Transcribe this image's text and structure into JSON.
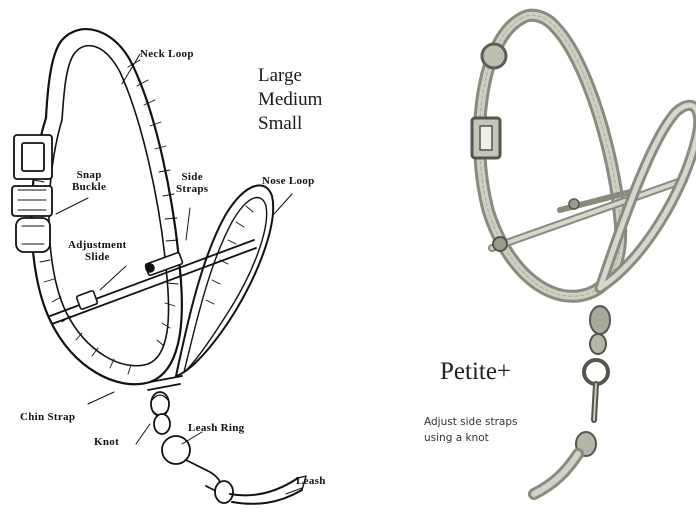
{
  "left_diagram": {
    "labels": {
      "neck_loop": "Neck Loop",
      "snap_buckle": "Snap\nBuckle",
      "side_straps": "Side\nStraps",
      "nose_loop": "Nose Loop",
      "adjustment_slide": "Adjustment\nSlide",
      "chin_strap": "Chin Strap",
      "knot": "Knot",
      "leash_ring": "Leash Ring",
      "leash": "Leash"
    },
    "sizes": [
      "Large",
      "Medium",
      "Small"
    ]
  },
  "right_diagram": {
    "title": "Petite+",
    "note_lines": [
      "Adjust side straps",
      "using a knot"
    ]
  },
  "colors": {
    "ink": "#111111",
    "photo_strap": "#8a8a7e",
    "background": "#ffffff"
  }
}
